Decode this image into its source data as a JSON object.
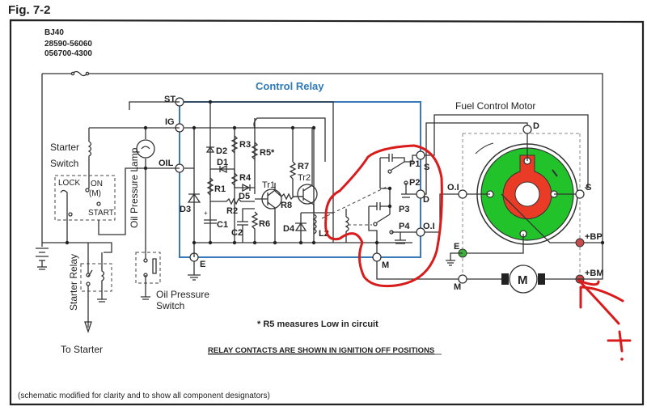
{
  "figure": {
    "title": "Fig. 7-2",
    "model": "BJ40",
    "part_numbers": [
      "28590-56060",
      "056700-4300"
    ],
    "footnote_r5": "* R5 measures Low in circuit",
    "relay_note": "RELAY CONTACTS ARE SHOWN IN IGNITION OFF POSITIONS",
    "modification_note": "(schematic modified for clarity and to show all component designators)"
  },
  "control_relay": {
    "title": "Control Relay",
    "terminals": {
      "st": "ST",
      "ig": "IG",
      "oil": "OIL",
      "e": "E",
      "s": "S",
      "d": "D",
      "oi": "O.I",
      "m": "M"
    },
    "components": {
      "d1": "D1",
      "d2": "D2",
      "d3": "D3",
      "d4": "D4",
      "d5": "D5",
      "r1": "R1",
      "r2": "R2",
      "r3": "R3",
      "r4": "R4",
      "r5": "R5*",
      "r6": "R6",
      "r7": "R7",
      "r8": "R8",
      "c1": "C1",
      "c2": "C2",
      "tr1": "Tr1",
      "tr2": "Tr2",
      "l2": "L2",
      "p1": "P1",
      "p2": "P2",
      "p3": "P3",
      "p4": "P4"
    }
  },
  "fuel_control_motor": {
    "title": "Fuel Control Motor",
    "terminals": {
      "d": "D",
      "oi": "O.I",
      "s": "S",
      "e": "E",
      "m": "M",
      "bp": "+BP",
      "bm": "+BM"
    },
    "motor_label": "M",
    "colors": {
      "disc_outer": "#22c32a",
      "disc_inner": "#ea3b26",
      "bp_terminal": "#c84b4b",
      "e_terminal": "#3bb33b"
    }
  },
  "left_side": {
    "starter_switch": "Starter Switch",
    "lock": "LOCK",
    "on": "ON",
    "on_sub": "(M)",
    "start": "START",
    "oil_pressure_lamp": "Oil Pressure Lamp",
    "oil_pressure_switch_line1": "Oil Pressure",
    "oil_pressure_switch_line2": "Switch",
    "starter_relay": "Starter Relay",
    "to_starter": "To Starter"
  },
  "annotations": {
    "color": "#d81c1c",
    "mark": "+"
  }
}
